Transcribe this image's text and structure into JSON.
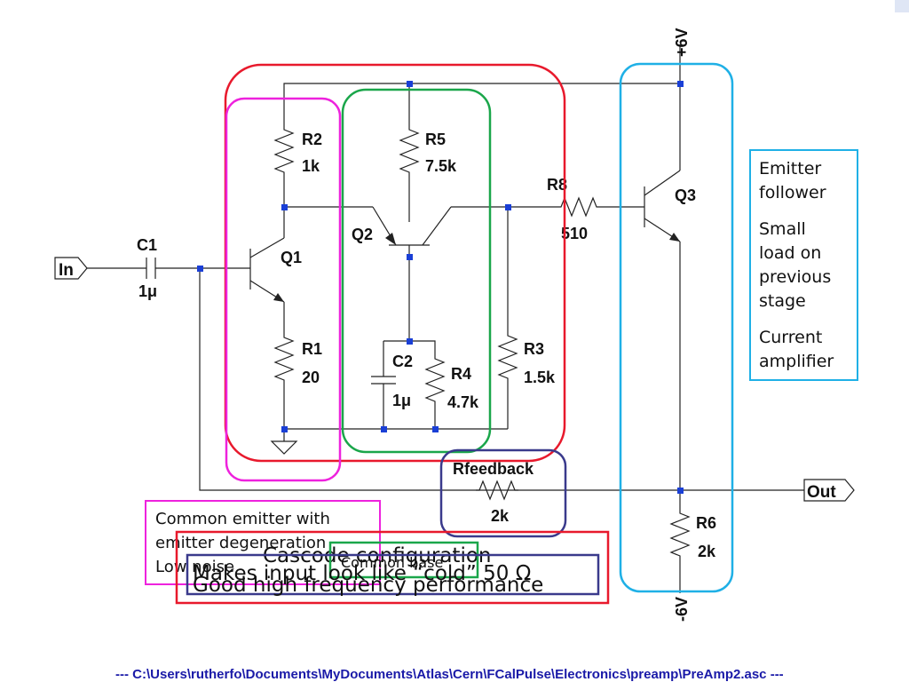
{
  "supply": {
    "top": "+6V",
    "bottom": "-6V"
  },
  "ports": {
    "input": "In",
    "output": "Out"
  },
  "components": {
    "c1": {
      "name": "C1",
      "value": "1μ"
    },
    "r2": {
      "name": "R2",
      "value": "1k"
    },
    "r1": {
      "name": "R1",
      "value": "20"
    },
    "q1": {
      "name": "Q1"
    },
    "r5": {
      "name": "R5",
      "value": "7.5k"
    },
    "q2": {
      "name": "Q2"
    },
    "c2": {
      "name": "C2",
      "value": "1μ"
    },
    "r4": {
      "name": "R4",
      "value": "4.7k"
    },
    "r8": {
      "name": "R8",
      "value": "510"
    },
    "r3": {
      "name": "R3",
      "value": "1.5k"
    },
    "q3": {
      "name": "Q3"
    },
    "r6": {
      "name": "R6",
      "value": "2k"
    },
    "rfeedback": {
      "name": "Rfeedback",
      "value": "2k"
    }
  },
  "annotations": {
    "emitter_follower": [
      "Emitter",
      "follower",
      "Small",
      "load on",
      "previous",
      "stage",
      "Current",
      "amplifier"
    ],
    "common_emitter": [
      "Common emitter with",
      "emitter degeneration",
      "Low noise"
    ],
    "cascode": "Cascode configuration",
    "common_base": "Common base",
    "input_cold": "Makes input look like “cold” 50 Ω",
    "high_freq": "Good high frequency performance"
  },
  "footer_path": "---  C:\\Users\\rutherfo\\Documents\\MyDocuments\\Atlas\\Cern\\FCalPulse\\Electronics\\preamp\\PreAmp2.asc  ---",
  "colors": {
    "red_box": "#e8192c",
    "magenta_box": "#ee22dd",
    "green_box": "#1aa64a",
    "cyan_box": "#1fb0e6",
    "navy_box": "#3a3a8c",
    "node_dot": "#1a3fd6"
  }
}
